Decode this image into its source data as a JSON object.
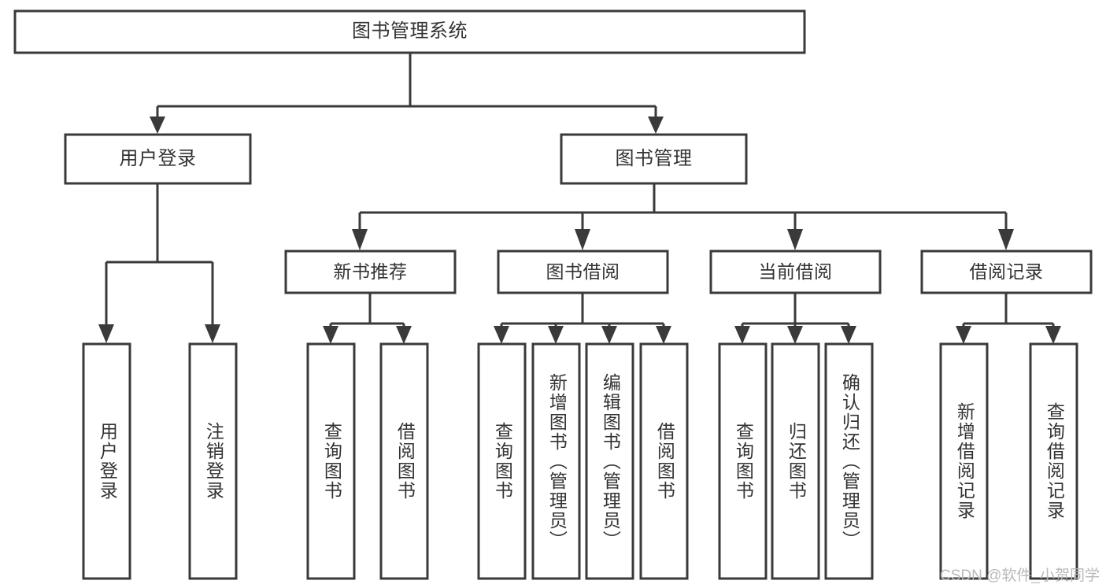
{
  "diagram": {
    "title": "图书管理系统",
    "watermark": "CSDN @软件_小贺同学",
    "colors": {
      "stroke": "#3a3a3a",
      "box_fill": "#ffffff",
      "text": "#333333",
      "background": "#ffffff",
      "watermark": "#b9b9b9"
    },
    "root": {
      "label": "图书管理系统"
    },
    "level1": [
      {
        "label": "用户登录"
      },
      {
        "label": "图书管理"
      }
    ],
    "level2": [
      {
        "label": "新书推荐"
      },
      {
        "label": "图书借阅"
      },
      {
        "label": "当前借阅"
      },
      {
        "label": "借阅记录"
      }
    ],
    "leaves": {
      "user_login": [
        {
          "label": "用户登录"
        },
        {
          "label": "注销登录"
        }
      ],
      "new_book_recommend": [
        {
          "label": "查询图书"
        },
        {
          "label": "借阅图书"
        }
      ],
      "book_borrow": [
        {
          "label": "查询图书"
        },
        {
          "label": "新增图书（管理员）"
        },
        {
          "label": "编辑图书（管理员）"
        },
        {
          "label": "借阅图书"
        }
      ],
      "current_borrow": [
        {
          "label": "查询图书"
        },
        {
          "label": "归还图书"
        },
        {
          "label": "确认归还（管理员）"
        }
      ],
      "borrow_record": [
        {
          "label": "新增借阅记录"
        },
        {
          "label": "查询借阅记录"
        }
      ]
    }
  }
}
